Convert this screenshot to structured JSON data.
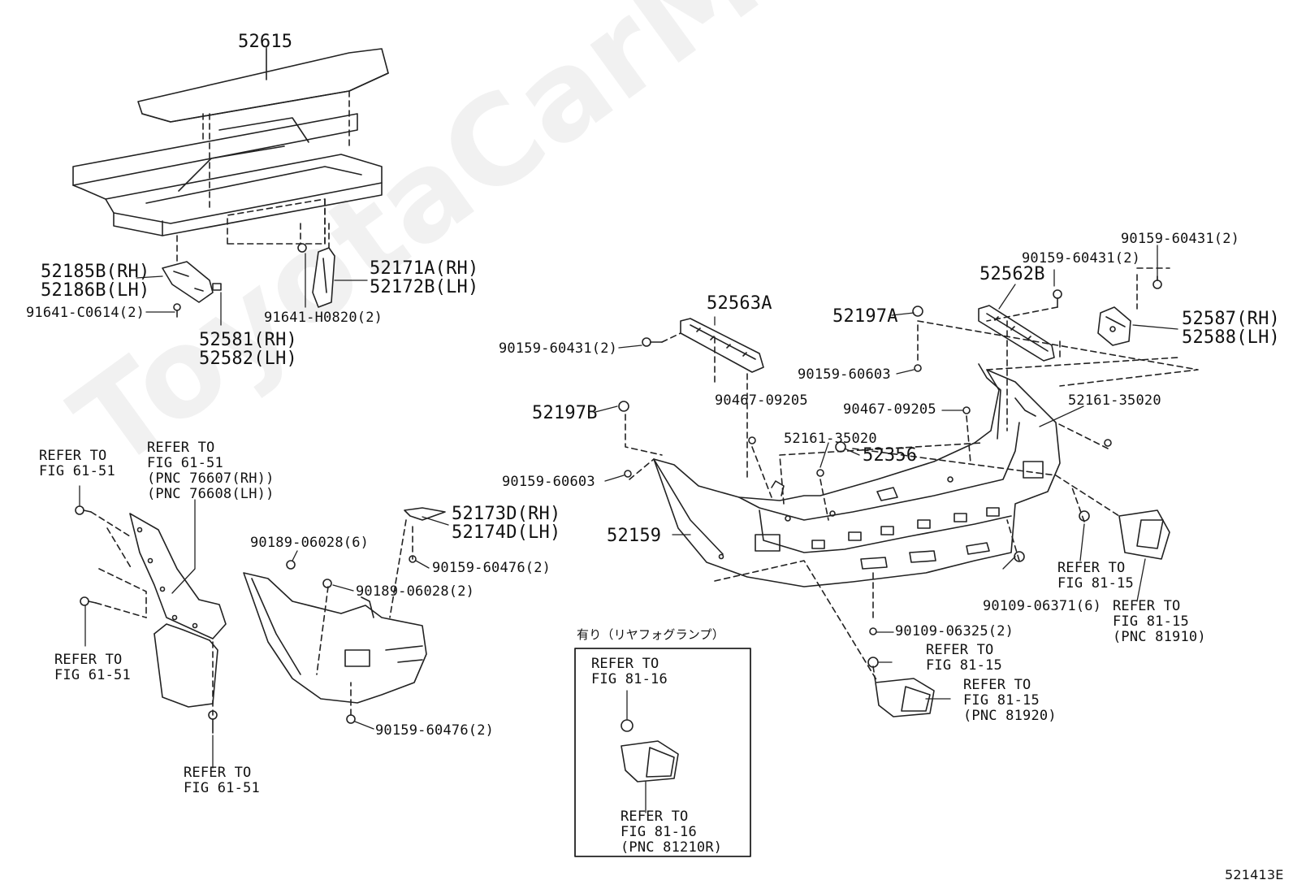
{
  "watermark": "ToyotaCarMine.ru",
  "figure_code": "521413E",
  "inset_title": "有り（リヤフォグランプ）",
  "labels": {
    "p52615": "52615",
    "p52185B": "52185B(RH)",
    "p52186B": "52186B(LH)",
    "p91641C": "91641-C0614(2)",
    "p52581": "52581(RH)",
    "p52582": "52582(LH)",
    "p91641H": "91641-H0820(2)",
    "p52171A": "52171A(RH)",
    "p52172B": "52172B(LH)",
    "p52563A": "52563A",
    "p90159_431a": "90159-60431(2)",
    "p52197A": "52197A",
    "p90159_603a": "90159-60603",
    "p52562B": "52562B",
    "p90159_431b": "90159-60431(2)",
    "p90159_431c": "90159-60431(2)",
    "p52587": "52587(RH)",
    "p52588": "52588(LH)",
    "p90467a": "90467-09205",
    "p90467b": "90467-09205",
    "p52161a": "52161-35020",
    "p52161b": "52161-35020",
    "p52356": "52356",
    "p52197B": "52197B",
    "p90159_603b": "90159-60603",
    "p52159": "52159",
    "p52173D": "52173D(RH)",
    "p52174D": "52174D(LH)",
    "p90159_476a": "90159-60476(2)",
    "p90189a": "90189-06028(6)",
    "p90189b": "90189-06028(2)",
    "p90159_476b": "90159-60476(2)",
    "p90109_371": "90109-06371(6)",
    "p90109_325": "90109-06325(2)"
  },
  "refers": {
    "r_fig6151_a": "REFER TO\nFIG 61-51",
    "r_fig6151_pnc": "REFER TO\nFIG 61-51\n(PNC 76607(RH))\n(PNC 76608(LH))",
    "r_fig6151_b": "REFER TO\nFIG 61-51",
    "r_fig6151_c": "REFER TO\nFIG 61-51",
    "r_fig8115_a": "REFER TO\nFIG 81-15",
    "r_fig8115_pnc910": "REFER TO\nFIG 81-15\n(PNC 81910)",
    "r_fig8115_b": "REFER TO\nFIG 81-15",
    "r_fig8115_pnc920": "REFER TO\nFIG 81-15\n(PNC 81920)",
    "r_fig8116_a": "REFER TO\nFIG 81-16",
    "r_fig8116_pnc": "REFER TO\nFIG 81-16\n(PNC 81210R)"
  }
}
